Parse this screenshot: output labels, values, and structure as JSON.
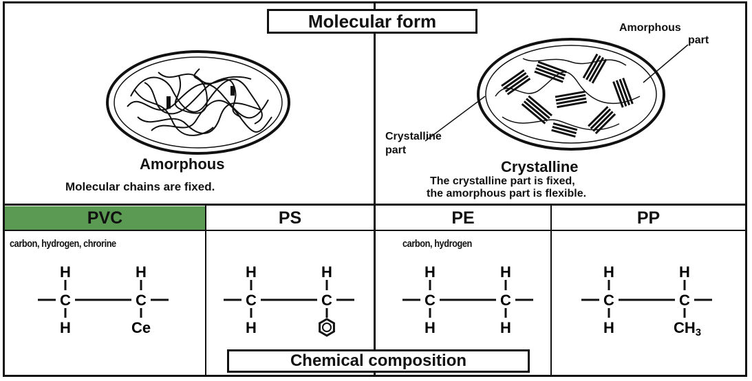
{
  "top": {
    "title": "Molecular form",
    "amorphous": {
      "label": "Amorphous",
      "caption": "Molecular chains are fixed."
    },
    "crystalline": {
      "label": "Crystalline",
      "caption_line1": "The crystalline part is fixed,",
      "caption_line2": "the amorphous part is flexible.",
      "callout_amorphous_line1": "Amorphous",
      "callout_amorphous_line2": "part",
      "callout_crystalline_line1": "Crystalline",
      "callout_crystalline_line2": "part"
    }
  },
  "bottom": {
    "title": "Chemical composition",
    "columns": [
      {
        "name": "PVC",
        "elements": "carbon, hydrogen, chrorine",
        "sub_top_left": "H",
        "sub_top_right": "H",
        "sub_bottom_left": "H",
        "sub_bottom_right": "Ce",
        "highlight_color": "#5a9a52"
      },
      {
        "name": "PS",
        "elements": "",
        "sub_top_left": "H",
        "sub_top_right": "H",
        "sub_bottom_left": "H",
        "sub_bottom_right": "benzene-ring-icon"
      },
      {
        "name": "PE",
        "elements": "carbon, hydrogen",
        "sub_top_left": "H",
        "sub_top_right": "H",
        "sub_bottom_left": "H",
        "sub_bottom_right": "H"
      },
      {
        "name": "PP",
        "elements": "",
        "sub_top_left": "H",
        "sub_top_right": "H",
        "sub_bottom_left": "H",
        "sub_bottom_right": "CH3"
      }
    ],
    "bond_atom": "C"
  }
}
